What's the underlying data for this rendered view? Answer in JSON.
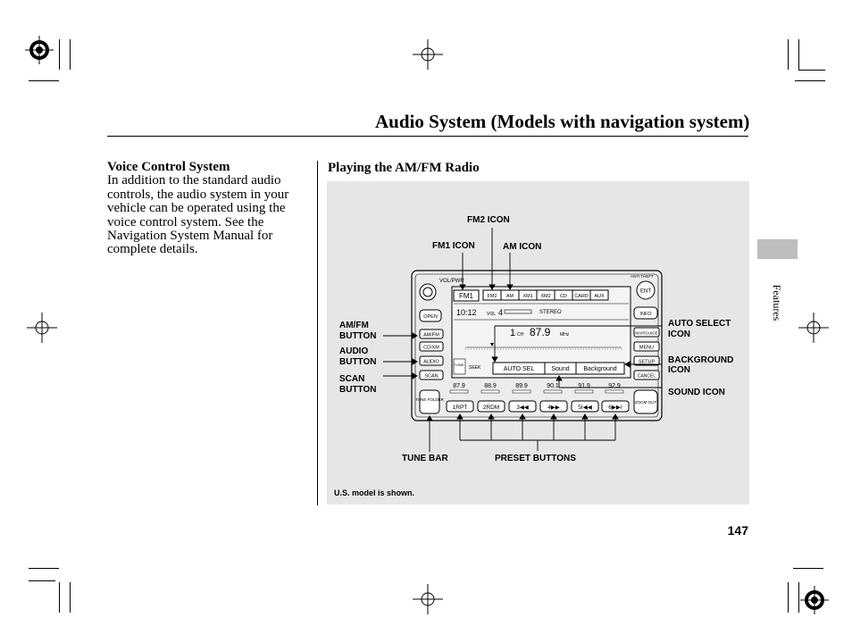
{
  "header": {
    "title": "Audio System (Models with navigation system)"
  },
  "left_column": {
    "heading": "Voice Control System",
    "body": "In addition to the standard audio controls, the audio system in your vehicle can be operated using the voice control system. See the Navigation System Manual for complete details."
  },
  "right_column": {
    "heading": "Playing the AM/FM Radio"
  },
  "figure": {
    "callouts": {
      "fm2_icon": "FM2 ICON",
      "fm1_icon": "FM1 ICON",
      "am_icon": "AM ICON",
      "am_fm_button_1": "AM/FM",
      "am_fm_button_2": "BUTTON",
      "audio_button_1": "AUDIO",
      "audio_button_2": "BUTTON",
      "scan_button_1": "SCAN",
      "scan_button_2": "BUTTON",
      "auto_select_icon_1": "AUTO SELECT",
      "auto_select_icon_2": "ICON",
      "background_icon_1": "BACKGROUND",
      "background_icon_2": "ICON",
      "sound_icon": "SOUND ICON",
      "tune_bar": "TUNE BAR",
      "preset_buttons": "PRESET BUTTONS"
    },
    "caption": "U.S. model is shown.",
    "unit": {
      "display_tabs": [
        "FM1",
        "FM2",
        "AM",
        "XM1",
        "XM2",
        "CD",
        "CARD",
        "AUX"
      ],
      "clock": "10:12",
      "vol_label": "VOL",
      "volume": "4",
      "stereo": "STEREO",
      "channel": "1",
      "ch_label": "CH",
      "frequency": "87.9",
      "mhz": "MHz",
      "auto_sel": "AUTO SEL",
      "sound": "Sound",
      "background": "Background",
      "seek": "SEEK",
      "presets_freq": [
        "87.9",
        "88.9",
        "89.9",
        "90.1",
        "91.9",
        "92.9"
      ],
      "preset_buttons": [
        "1RPT",
        "2RDM",
        "3◀◀",
        "4▶▶",
        "5I◀◀",
        "6▶▶I"
      ],
      "left_buttons": [
        "OPEN",
        "AM/FM",
        "CD/XM",
        "AUDIO",
        "SCAN"
      ],
      "tune_label": "TUNE FOLDER",
      "right_buttons": [
        "INFO",
        "MAP/GUIDE",
        "MENU",
        "SETUP",
        "CANCEL"
      ],
      "zoom_label": "ZOOM OUT",
      "ent": "ENT",
      "anti_theft": "ANTI THEFT",
      "vol_pwr": "VOL/PWR"
    }
  },
  "side_tab": {
    "label": "Features"
  },
  "footer": {
    "page_number": "147"
  }
}
